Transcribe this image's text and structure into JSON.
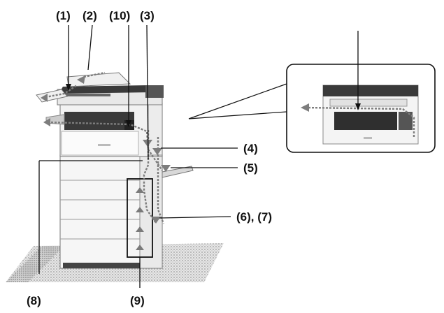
{
  "diagram": {
    "callouts": {
      "c1": "(1)",
      "c2": "(2)",
      "c10": "(10)",
      "c3": "(3)",
      "c4": "(4)",
      "c5": "(5)",
      "c67": "(6), (7)",
      "c8": "(8)",
      "c9": "(9)"
    },
    "colors": {
      "machine_outline": "#8a8a8a",
      "machine_fill": "#f4f4f4",
      "paper_path": "#7d7d7d",
      "leader_line": "#111111",
      "shadow": "#b9b9b9"
    }
  }
}
